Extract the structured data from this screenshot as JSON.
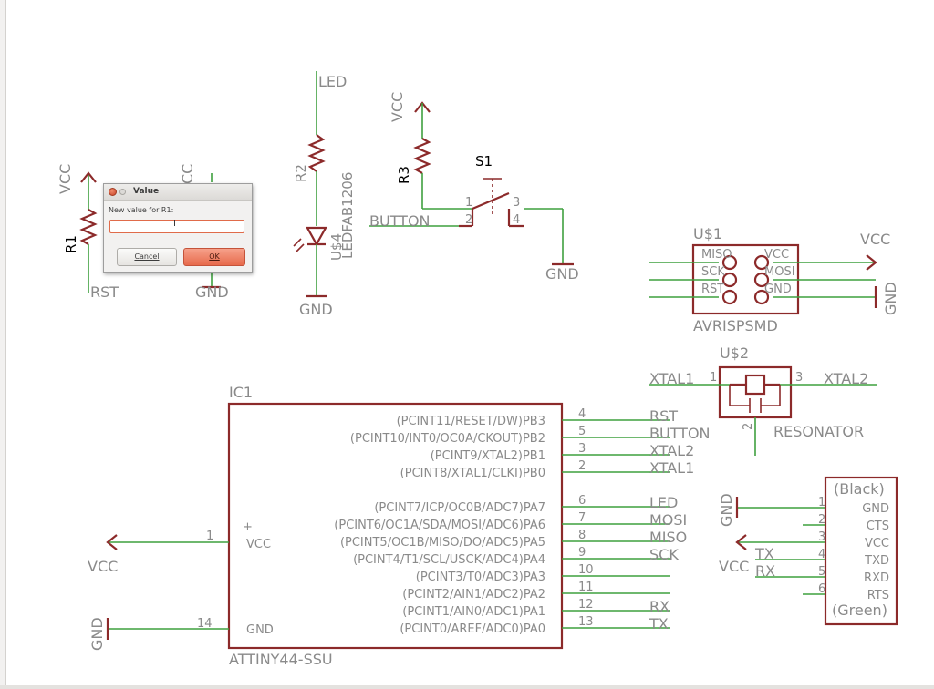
{
  "window": {
    "title": "Value"
  },
  "dialog": {
    "title": "Value",
    "prompt": "New value for R1:",
    "input_value": "",
    "cancel_label": "Cancel",
    "ok_label": "OK"
  },
  "schematic": {
    "r1": {
      "name": "R1",
      "top": "VCC",
      "bottom": "RST"
    },
    "r1b": {
      "top": "VCC",
      "bottom": "GND"
    },
    "led_block": {
      "net_top": "LED",
      "r_name": "R2",
      "led_name": "U$4",
      "led_value": "LEDFAB1206",
      "gnd": "GND"
    },
    "button_block": {
      "vcc": "VCC",
      "r_name": "R3",
      "switch_name": "S1",
      "net": "BUTTON",
      "gnd": "GND",
      "pins": [
        "1",
        "2",
        "3",
        "4"
      ]
    },
    "avr": {
      "name": "U$1",
      "value": "AVRISPSMD",
      "vcc": "VCC",
      "gnd": "GND",
      "pins": [
        "MISO",
        "SCK",
        "RST",
        "VCC",
        "MOSI",
        "GND"
      ]
    },
    "resonator": {
      "name": "U$2",
      "value": "RESONATOR",
      "left": "XTAL1",
      "right": "XTAL2",
      "pins": [
        "1",
        "2",
        "3"
      ]
    },
    "ic": {
      "name": "IC1",
      "value": "ATTINY44-SSU",
      "vcc_label": "VCC",
      "gnd_label": "GND",
      "vcc_pin": "1",
      "gnd_pin": "14",
      "vcc_net": "VCC",
      "gnd_net": "GND",
      "pins": [
        {
          "label": "(PCINT11/RESET/DW)PB3",
          "num": "4",
          "net": "RST"
        },
        {
          "label": "(PCINT10/INT0/OC0A/CKOUT)PB2",
          "num": "5",
          "net": "BUTTON"
        },
        {
          "label": "(PCINT9/XTAL2)PB1",
          "num": "3",
          "net": "XTAL2"
        },
        {
          "label": "(PCINT8/XTAL1/CLKI)PB0",
          "num": "2",
          "net": "XTAL1"
        },
        {
          "label": "(PCINT7/ICP/OC0B/ADC7)PA7",
          "num": "6",
          "net": "LED"
        },
        {
          "label": "(PCINT6/OC1A/SDA/MOSI/ADC6)PA6",
          "num": "7",
          "net": "MOSI"
        },
        {
          "label": "(PCINT5/OC1B/MISO/DO/ADC5)PA5",
          "num": "8",
          "net": "MISO"
        },
        {
          "label": "(PCINT4/T1/SCL/USCK/ADC4)PA4",
          "num": "9",
          "net": "SCK"
        },
        {
          "label": "(PCINT3/T0/ADC3)PA3",
          "num": "10",
          "net": ""
        },
        {
          "label": "(PCINT2/AIN1/ADC2)PA2",
          "num": "11",
          "net": ""
        },
        {
          "label": "(PCINT1/AIN0/ADC1)PA1",
          "num": "12",
          "net": "RX"
        },
        {
          "label": "(PCINT0/AREF/ADC0)PA0",
          "num": "13",
          "net": "TX"
        }
      ]
    },
    "ftdi": {
      "top": "(Black)",
      "bottom": "(Green)",
      "gnd": "GND",
      "vcc": "VCC",
      "tx": "TX",
      "rx": "RX",
      "pins": [
        {
          "num": "1",
          "label": "GND"
        },
        {
          "num": "2",
          "label": "CTS"
        },
        {
          "num": "3",
          "label": "VCC"
        },
        {
          "num": "4",
          "label": "TXD"
        },
        {
          "num": "5",
          "label": "RXD"
        },
        {
          "num": "6",
          "label": "RTS"
        }
      ]
    }
  }
}
